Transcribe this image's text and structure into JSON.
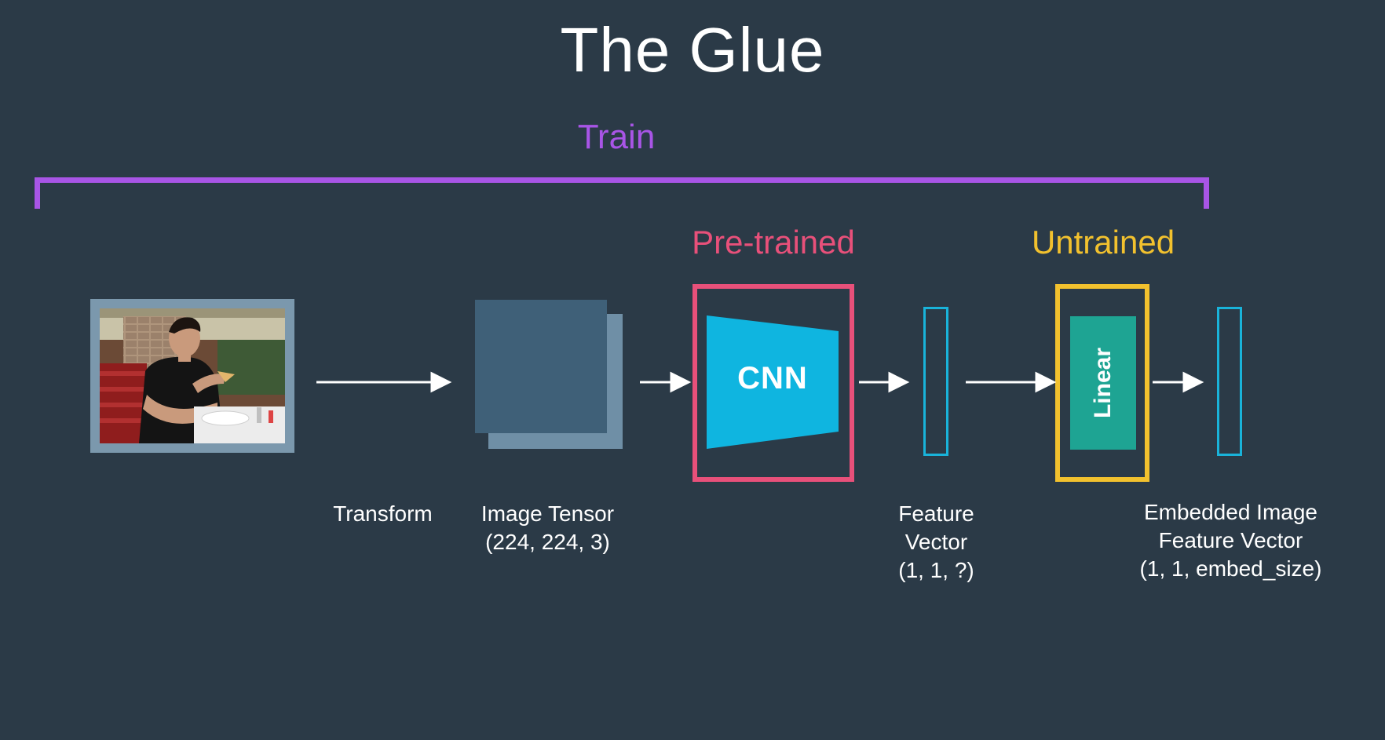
{
  "title": "The Glue",
  "train_label": "Train",
  "pretrained_label": "Pre-trained",
  "untrained_label": "Untrained",
  "cnn_label": "CNN",
  "linear_label": "Linear",
  "captions": {
    "transform": "Transform",
    "image_tensor": [
      "Image Tensor",
      "(224, 224, 3)"
    ],
    "feature_vector": [
      "Feature",
      "Vector",
      "(1, 1, ?)"
    ],
    "embedded": [
      "Embedded Image",
      "Feature Vector",
      "(1, 1, embed_size)"
    ]
  },
  "colors": {
    "background": "#2b3a47",
    "train": "#a855e6",
    "pretrained": "#e8507a",
    "untrained": "#f2c12e",
    "cnn": "#0fb5e0",
    "linear": "#1ea493",
    "vector": "#19b3da"
  }
}
